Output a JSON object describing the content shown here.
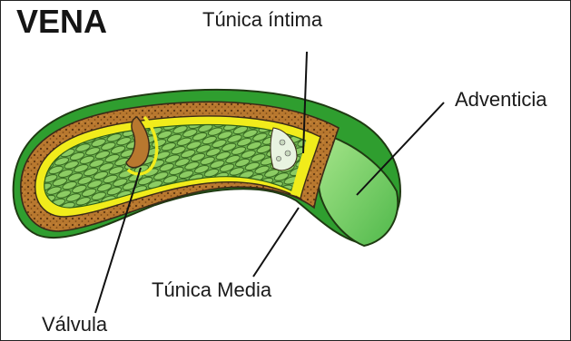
{
  "title": "VENA",
  "labels": {
    "intima": "Túnica íntima",
    "adventicia": "Adventicia",
    "media": "Túnica Media",
    "valvula": "Válvula"
  },
  "colors": {
    "adventitia_green": "#2f9e2f",
    "adventitia_light": "#8ad86a",
    "media_brown": "#b5762e",
    "media_dots": "#6b3c12",
    "intima_yellow": "#f1ec1b",
    "lumen_green": "#5fa843",
    "outline": "#3a2a18",
    "valve_white": "#e8f3e0"
  }
}
